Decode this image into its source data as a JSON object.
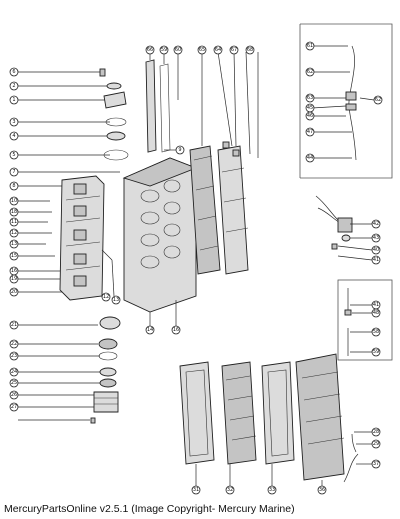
{
  "caption": "MercuryPartsOnline v2.5.1 (Image Copyright- Mercury Marine)",
  "callouts": {
    "left": [
      "6",
      "2",
      "1",
      "3",
      "4",
      "5",
      "7",
      "8",
      "10",
      "18",
      "11",
      "12",
      "13",
      "15",
      "16",
      "19",
      "20",
      "21",
      "22",
      "23",
      "24",
      "25",
      "26",
      "27"
    ],
    "top": [
      "66",
      "59",
      "60",
      "65",
      "64",
      "67",
      "68"
    ],
    "right_box": [
      "61",
      "62",
      "63",
      "45",
      "46",
      "47",
      "44"
    ],
    "mid_right": [
      "42",
      "43",
      "40",
      "41"
    ],
    "small_box": [
      "41",
      "48",
      "58",
      "59"
    ],
    "bottom": [
      "31",
      "32",
      "33",
      "36"
    ],
    "bottom_right": [
      "28",
      "29",
      "37"
    ],
    "block": [
      "9",
      "14",
      "16"
    ]
  }
}
